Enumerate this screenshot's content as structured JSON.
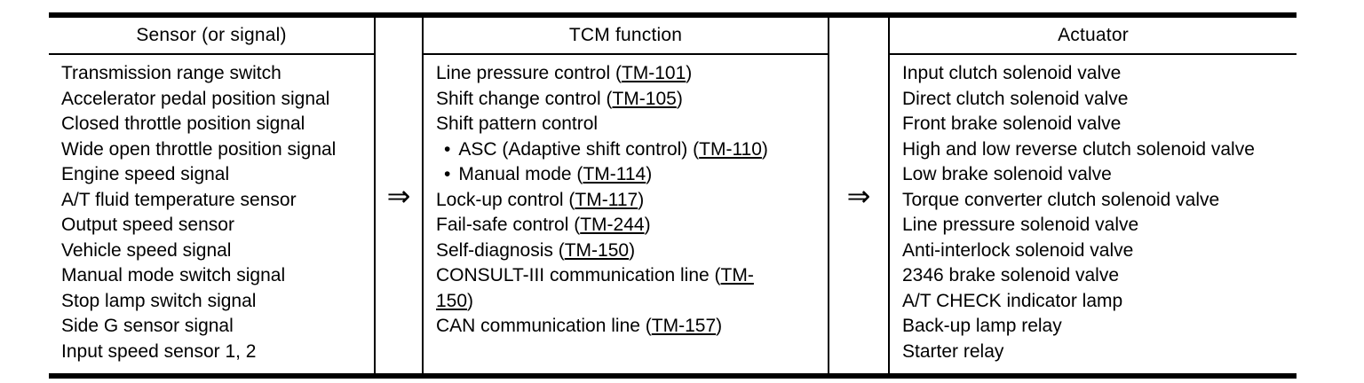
{
  "table": {
    "arrow_glyph": "⇒",
    "bullet_glyph": "•",
    "colors": {
      "ink": "#000000",
      "background": "#ffffff",
      "border": "#000000"
    },
    "sensor": {
      "header": "Sensor (or signal)",
      "items": [
        "Transmission range switch",
        "Accelerator pedal position signal",
        "Closed throttle position signal",
        "Wide open throttle position signal",
        "Engine speed signal",
        "A/T fluid temperature sensor",
        "Output speed sensor",
        "Vehicle speed signal",
        "Manual mode switch signal",
        "Stop lamp switch signal",
        "Side G sensor signal",
        "Input speed sensor 1, 2"
      ]
    },
    "tcm": {
      "header": "TCM function",
      "items": [
        {
          "indent": false,
          "segments": [
            {
              "t": "text",
              "v": "Line pressure control ("
            },
            {
              "t": "link",
              "v": "TM-101"
            },
            {
              "t": "text",
              "v": ")"
            }
          ]
        },
        {
          "indent": false,
          "segments": [
            {
              "t": "text",
              "v": "Shift change control ("
            },
            {
              "t": "link",
              "v": "TM-105"
            },
            {
              "t": "text",
              "v": ")"
            }
          ]
        },
        {
          "indent": false,
          "segments": [
            {
              "t": "text",
              "v": "Shift pattern control"
            }
          ]
        },
        {
          "indent": true,
          "segments": [
            {
              "t": "text",
              "v": "ASC (Adaptive shift control) ("
            },
            {
              "t": "link",
              "v": "TM-110"
            },
            {
              "t": "text",
              "v": ")"
            }
          ]
        },
        {
          "indent": true,
          "segments": [
            {
              "t": "text",
              "v": "Manual mode ("
            },
            {
              "t": "link",
              "v": "TM-114"
            },
            {
              "t": "text",
              "v": ")"
            }
          ]
        },
        {
          "indent": false,
          "segments": [
            {
              "t": "text",
              "v": "Lock-up control ("
            },
            {
              "t": "link",
              "v": "TM-117"
            },
            {
              "t": "text",
              "v": ")"
            }
          ]
        },
        {
          "indent": false,
          "segments": [
            {
              "t": "text",
              "v": "Fail-safe control ("
            },
            {
              "t": "link",
              "v": "TM-244"
            },
            {
              "t": "text",
              "v": ")"
            }
          ]
        },
        {
          "indent": false,
          "segments": [
            {
              "t": "text",
              "v": "Self-diagnosis ("
            },
            {
              "t": "link",
              "v": "TM-150"
            },
            {
              "t": "text",
              "v": ")"
            }
          ]
        },
        {
          "indent": false,
          "segments": [
            {
              "t": "text",
              "v": "CONSULT-III communication line ("
            },
            {
              "t": "link",
              "v": "TM-"
            },
            {
              "t": "br"
            },
            {
              "t": "link",
              "v": "150"
            },
            {
              "t": "text",
              "v": ")"
            }
          ]
        },
        {
          "indent": false,
          "segments": [
            {
              "t": "text",
              "v": "CAN communication line ("
            },
            {
              "t": "link",
              "v": "TM-157"
            },
            {
              "t": "text",
              "v": ")"
            }
          ]
        }
      ]
    },
    "actuator": {
      "header": "Actuator",
      "items": [
        "Input clutch solenoid valve",
        "Direct clutch solenoid valve",
        "Front brake solenoid valve",
        "High and low reverse clutch solenoid valve",
        "Low brake solenoid valve",
        "Torque converter clutch solenoid valve",
        "Line pressure solenoid valve",
        "Anti-interlock solenoid valve",
        "2346 brake solenoid valve",
        "A/T CHECK indicator lamp",
        "Back-up lamp relay",
        "Starter relay"
      ]
    }
  }
}
